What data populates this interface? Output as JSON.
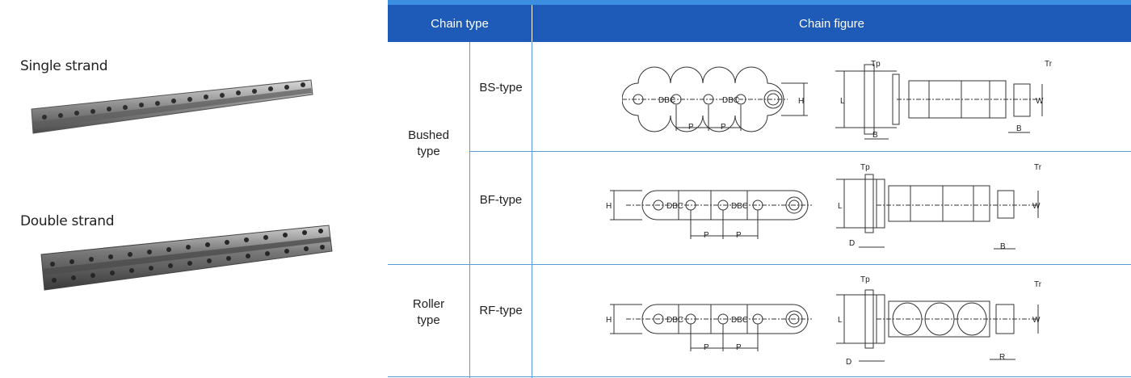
{
  "left": {
    "single_label": "Single strand",
    "double_label": "Double strand"
  },
  "table": {
    "header": {
      "chain_type": "Chain type",
      "chain_figure": "Chain figure"
    },
    "groups": [
      {
        "label": "Bushed\ntype"
      },
      {
        "label": "Roller\ntype"
      }
    ],
    "rows": [
      {
        "type": "BS-type"
      },
      {
        "type": "BF-type"
      },
      {
        "type": "RF-type"
      }
    ],
    "dims": {
      "dbc": "DBC",
      "p": "P",
      "h": "H",
      "l": "L",
      "w": "W",
      "b": "B",
      "d": "D",
      "r": "R",
      "tp": "Tp",
      "tr": "Tr"
    }
  },
  "colors": {
    "header_bg": "#1e5bb8",
    "accent_line": "#3b8fe0",
    "grid_line": "#5a9ad6"
  }
}
